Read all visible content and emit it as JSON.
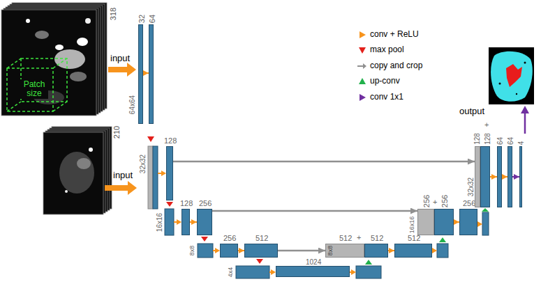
{
  "diagram": {
    "nodes": [
      {
        "text": [
          "32"
        ]
      },
      {
        "text": [
          "64"
        ]
      },
      {
        "text": [
          "128"
        ]
      },
      {
        "text": [
          "128"
        ]
      },
      {
        "text": [
          "256"
        ]
      },
      {
        "text": [
          "256"
        ]
      },
      {
        "text": [
          "512"
        ]
      },
      {
        "text": [
          "1024"
        ]
      },
      {
        "text": [
          "512"
        ]
      },
      {
        "text": [
          "512"
        ]
      },
      {
        "text": [
          "512"
        ]
      },
      {
        "text": [
          "256"
        ]
      },
      {
        "text": [
          "256"
        ]
      },
      {
        "text": [
          "256"
        ]
      },
      {
        "text": [
          "128"
        ]
      },
      {
        "text": [
          "128"
        ]
      },
      {
        "text": [
          "64"
        ]
      },
      {
        "text": [
          "64"
        ]
      },
      {
        "text": [
          "4"
        ]
      }
    ],
    "edges": [
      {
        "from": 0,
        "to": 1,
        "arrow": "to"
      },
      {
        "from": 2,
        "to": 14,
        "arrow": "to"
      },
      {
        "from": 3,
        "to": 4,
        "arrow": "to"
      },
      {
        "from": 4,
        "to": 11,
        "arrow": "to"
      },
      {
        "from": 5,
        "to": 6,
        "arrow": "to"
      },
      {
        "from": 6,
        "to": 8,
        "arrow": "to"
      },
      {
        "from": 9,
        "to": 10,
        "arrow": "to"
      },
      {
        "from": 12,
        "to": 13,
        "arrow": "to"
      },
      {
        "from": 15,
        "to": 16,
        "arrow": "to"
      },
      {
        "from": 16,
        "to": 17,
        "arrow": "to"
      },
      {
        "from": 17,
        "to": 18,
        "arrow": "to"
      }
    ],
    "labels": [
      "318",
      "Patch size",
      "input",
      "64x64",
      "210",
      "input",
      "32x32",
      "16x16",
      "8x8",
      "4x4",
      "+",
      "8x8",
      "+",
      "16x16",
      "+",
      "32x32",
      "output"
    ],
    "legend": [
      {
        "text": "conv + ReLU",
        "color": "#f7941d"
      },
      {
        "text": "max pool",
        "color": "#e3201b"
      },
      {
        "text": "copy and crop",
        "color": "#909090"
      },
      {
        "text": "up-conv",
        "color": "#22b14c"
      },
      {
        "text": "conv 1x1",
        "color": "#7030a0"
      }
    ]
  }
}
